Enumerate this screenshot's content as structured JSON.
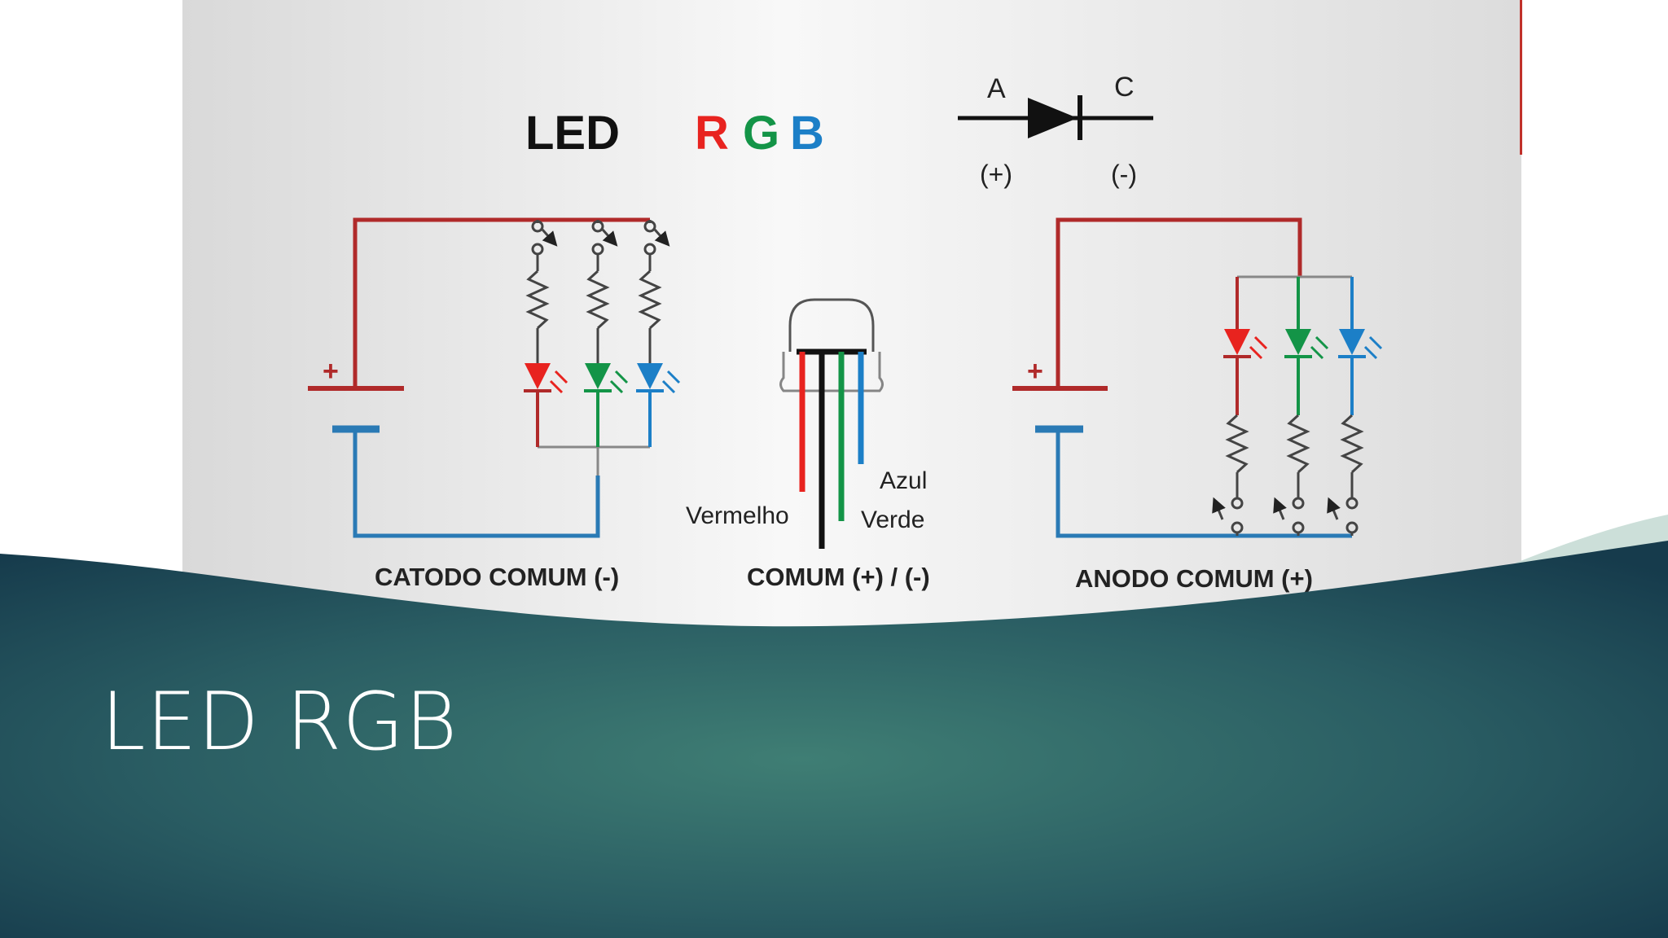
{
  "slide": {
    "title": "LED RGB"
  },
  "diagram": {
    "heading": {
      "led": "LED",
      "r": "R",
      "g": "G",
      "b": "B"
    },
    "diode_symbol": {
      "anode": "A",
      "cathode": "C",
      "plus": "(+)",
      "minus": "(-)"
    },
    "battery_plus": "+",
    "labels": {
      "catodo": "CATODO COMUM (-)",
      "comum": "COMUM (+) / (-)",
      "anodo": "ANODO COMUM (+)"
    },
    "leads": {
      "vermelho": "Vermelho",
      "azul": "Azul",
      "verde": "Verde"
    }
  },
  "colors": {
    "red": "#e8231f",
    "green": "#139447",
    "blue": "#1c7fc7",
    "wire_red": "#b02a2a",
    "wire_blue": "#2a7ab5",
    "teal_dark": "#163d4d",
    "teal_mid": "#3f7d74"
  }
}
